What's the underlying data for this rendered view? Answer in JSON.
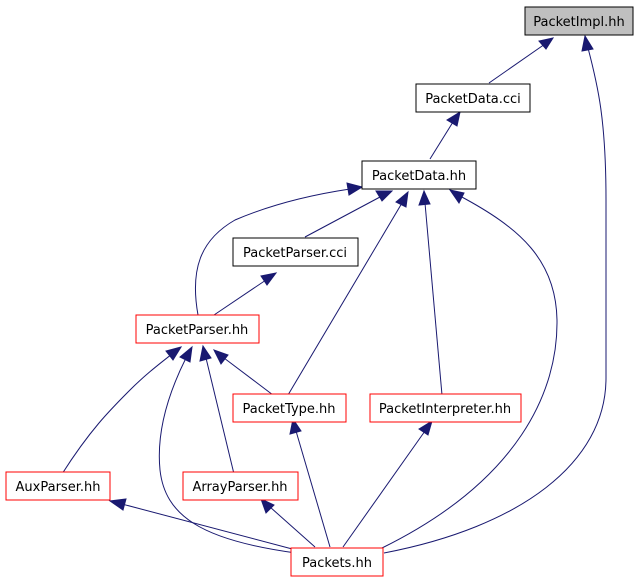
{
  "colors": {
    "edge": "#191970",
    "focus_fill": "#bfbfbf",
    "node_border_default": "#000000",
    "node_border_incomplete": "#ff0000",
    "background": "#ffffff"
  },
  "nodes": {
    "packetimpl": {
      "label": "PacketImpl.hh",
      "focus": true
    },
    "packetdata_cci": {
      "label": "PacketData.cci"
    },
    "packetdata_hh": {
      "label": "PacketData.hh"
    },
    "packetparser_cci": {
      "label": "PacketParser.cci"
    },
    "packetparser_hh": {
      "label": "PacketParser.hh"
    },
    "packettype": {
      "label": "PacketType.hh"
    },
    "packetinterpreter": {
      "label": "PacketInterpreter.hh"
    },
    "auxparser": {
      "label": "AuxParser.hh"
    },
    "arrayparser": {
      "label": "ArrayParser.hh"
    },
    "packets": {
      "label": "Packets.hh"
    }
  },
  "edges": [
    {
      "from": "packetdata_cci",
      "to": "packetimpl"
    },
    {
      "from": "packets",
      "to": "packetimpl"
    },
    {
      "from": "packetdata_hh",
      "to": "packetdata_cci"
    },
    {
      "from": "packetparser_cci",
      "to": "packetdata_hh"
    },
    {
      "from": "packetparser_hh",
      "to": "packetdata_hh"
    },
    {
      "from": "packettype",
      "to": "packetdata_hh"
    },
    {
      "from": "packetinterpreter",
      "to": "packetdata_hh"
    },
    {
      "from": "packets",
      "to": "packetdata_hh"
    },
    {
      "from": "packetparser_hh",
      "to": "packetparser_cci"
    },
    {
      "from": "packettype",
      "to": "packetparser_hh"
    },
    {
      "from": "auxparser",
      "to": "packetparser_hh"
    },
    {
      "from": "arrayparser",
      "to": "packetparser_hh"
    },
    {
      "from": "packets",
      "to": "packetparser_hh"
    },
    {
      "from": "packets",
      "to": "packettype"
    },
    {
      "from": "packets",
      "to": "packetinterpreter"
    },
    {
      "from": "packets",
      "to": "auxparser"
    },
    {
      "from": "packets",
      "to": "arrayparser"
    }
  ]
}
